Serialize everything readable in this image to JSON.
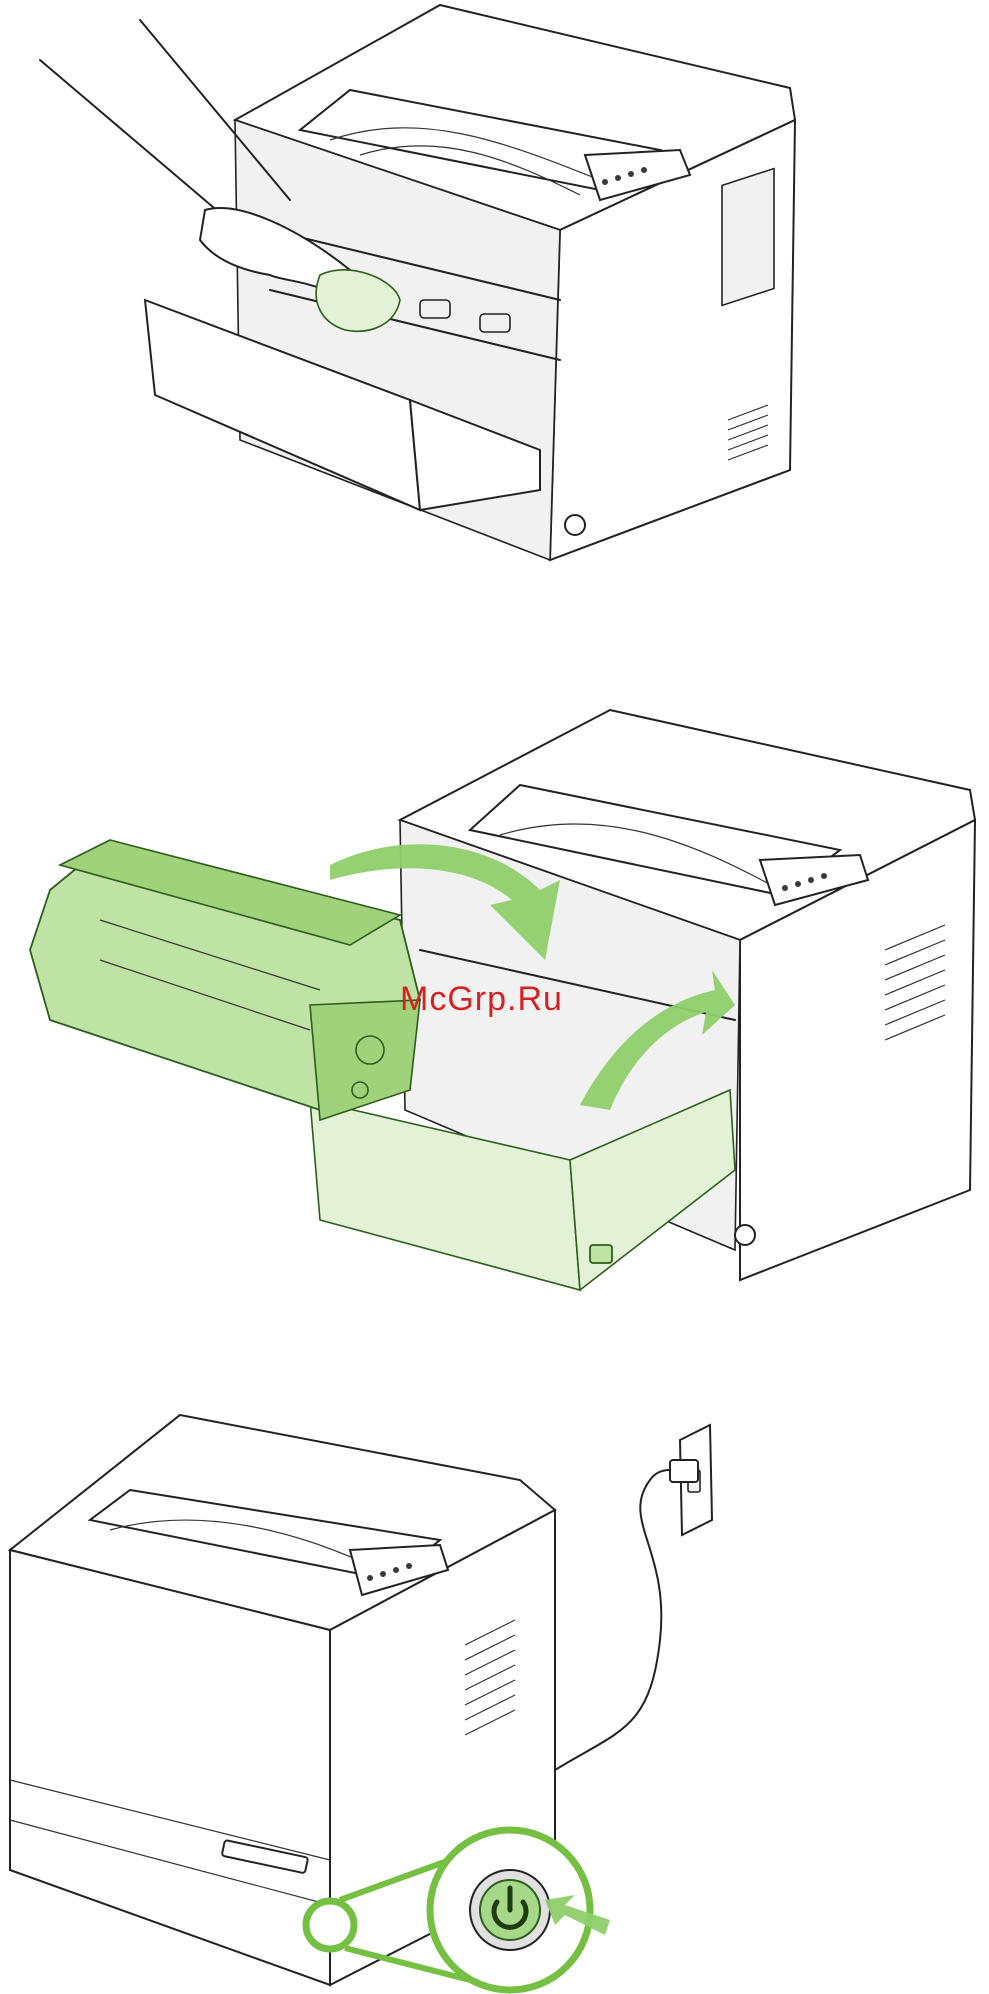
{
  "watermark": {
    "text": "McGrp.Ru",
    "color": "#d32222"
  },
  "colors": {
    "accent_green": "#8fcf6a",
    "line": "#222222",
    "callout_ring": "#75c043"
  },
  "illustrations": [
    {
      "id": "cleaning",
      "depicts": "hand-wiping-inside-printer-with-cloth"
    },
    {
      "id": "cartridge",
      "depicts": "toner-cartridge-insert-and-close-door"
    },
    {
      "id": "power",
      "depicts": "printer-plugged-in-power-button-callout"
    }
  ],
  "icons": {
    "power_button": "power-icon",
    "press_arrow": "arrow-right-icon",
    "wall_outlet": "outlet-icon"
  }
}
